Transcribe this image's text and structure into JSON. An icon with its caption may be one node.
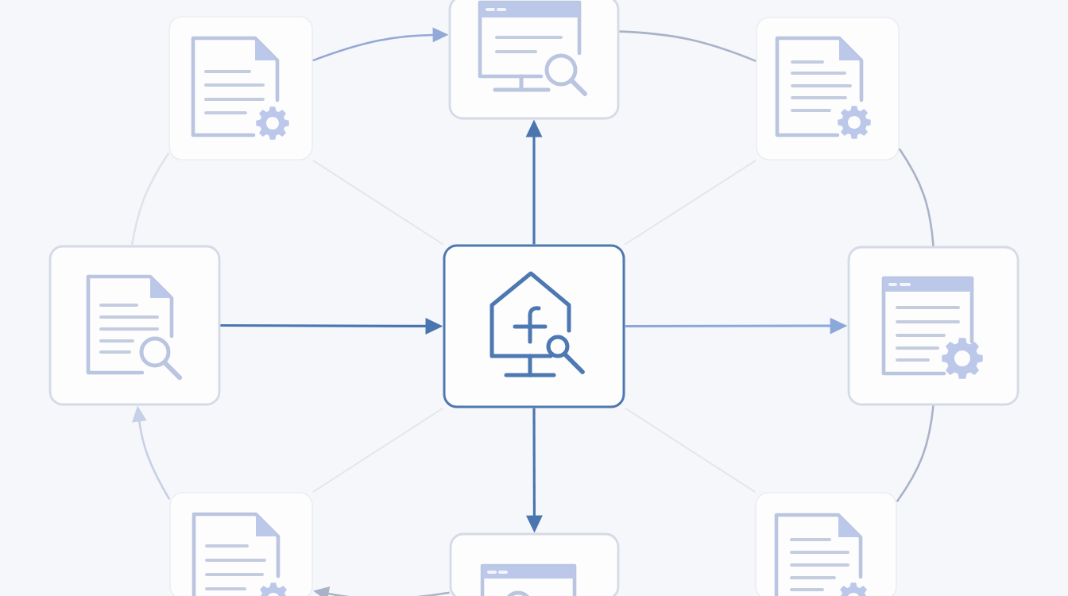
{
  "diagram": {
    "nodes": [
      {
        "text": [],
        "shape": "box"
      },
      {
        "text": [],
        "shape": "box"
      },
      {
        "text": [],
        "shape": "box"
      },
      {
        "text": [],
        "shape": "box"
      },
      {
        "text": [],
        "shape": "box"
      },
      {
        "text": [],
        "shape": "box"
      },
      {
        "text": [],
        "shape": "box"
      },
      {
        "text": [],
        "shape": "box"
      },
      {
        "text": [],
        "shape": "box"
      }
    ],
    "edges": [
      {
        "from": 0,
        "to": 1,
        "arrow": "to",
        "color": "#93a9d6"
      },
      {
        "from": 1,
        "to": 2,
        "arrow": "none"
      },
      {
        "from": 2,
        "to": 5,
        "arrow": "none"
      },
      {
        "from": 5,
        "to": 8,
        "arrow": "none"
      },
      {
        "from": 7,
        "to": 6,
        "arrow": "to"
      },
      {
        "from": 6,
        "to": 3,
        "arrow": "to",
        "color": "#c6d0e6"
      },
      {
        "from": 3,
        "to": 0,
        "arrow": "none",
        "color": "#dfe3ea"
      },
      {
        "from": 4,
        "to": 1,
        "arrow": "to",
        "color": "#4a76b0"
      },
      {
        "from": 3,
        "to": 4,
        "arrow": "to",
        "color": "#4a76b0"
      },
      {
        "from": 4,
        "to": 5,
        "arrow": "to",
        "color": "#8ca8d8"
      },
      {
        "from": 4,
        "to": 7,
        "arrow": "to",
        "color": "#4a76b0"
      },
      {
        "from": 4,
        "to": 0,
        "arrow": "none",
        "color": "#e3e6ec"
      },
      {
        "from": 4,
        "to": 2,
        "arrow": "none",
        "color": "#e3e6ec"
      },
      {
        "from": 4,
        "to": 6,
        "arrow": "none",
        "color": "#e3e6ec"
      },
      {
        "from": 4,
        "to": 8,
        "arrow": "none",
        "color": "#e3e6ec"
      }
    ]
  }
}
